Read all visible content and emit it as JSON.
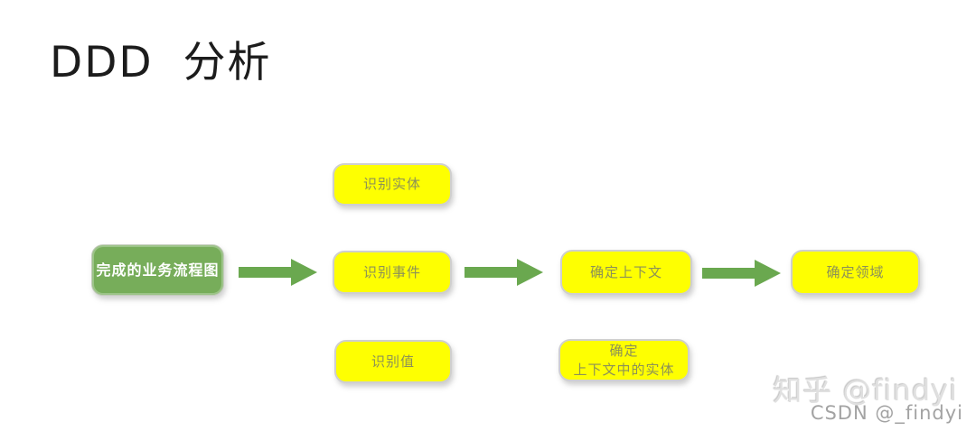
{
  "title": "DDD 分析",
  "colors": {
    "arrow_green": "#6aa84f",
    "node_green_fill": "#77ad5a",
    "node_yellow_fill": "#feff01",
    "yellow_node_text": "#8c9157",
    "green_node_text": "#ffffff",
    "title_text": "#1c1c1c"
  },
  "nodes": {
    "start": {
      "label": "完成的业务流程图"
    },
    "identify_entity": {
      "label": "识别实体"
    },
    "identify_event": {
      "label": "识别事件"
    },
    "identify_value": {
      "label": "识别值"
    },
    "determine_context": {
      "label": "确定上下文"
    },
    "determine_context_entities": {
      "label": "确定\n上下文中的实体"
    },
    "determine_domain": {
      "label": "确定领域"
    }
  },
  "watermarks": {
    "zhihu": "知乎 @findyi",
    "csdn": "CSDN @_findyi"
  }
}
